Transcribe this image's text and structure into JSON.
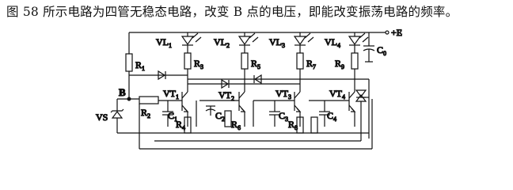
{
  "caption": "图 58 所示电路为四管无稳态电路，改变 B 点的电压，即能改变振荡电路的频率。",
  "labels": {
    "supply": "+E",
    "node_b": "B",
    "vs": "VS",
    "c0": "C",
    "c0_sub": "0",
    "leds": [
      {
        "main": "VL",
        "sub": "1"
      },
      {
        "main": "VL",
        "sub": "2"
      },
      {
        "main": "VL",
        "sub": "3"
      },
      {
        "main": "VL",
        "sub": "4"
      }
    ],
    "transistors": [
      {
        "main": "VT",
        "sub": "1"
      },
      {
        "main": "VT",
        "sub": "2"
      },
      {
        "main": "VT",
        "sub": "3"
      },
      {
        "main": "VT",
        "sub": "4"
      }
    ],
    "resistors_top": [
      {
        "main": "R",
        "sub": "1"
      },
      {
        "main": "R",
        "sub": "3"
      },
      {
        "main": "R",
        "sub": "5"
      },
      {
        "main": "R",
        "sub": "7"
      },
      {
        "main": "R",
        "sub": "9"
      }
    ],
    "resistors_bottom": [
      {
        "main": "R",
        "sub": "2"
      },
      {
        "main": "R",
        "sub": "4"
      },
      {
        "main": "R",
        "sub": "6"
      },
      {
        "main": "R",
        "sub": "8"
      }
    ],
    "capacitors": [
      {
        "main": "C",
        "sub": "1"
      },
      {
        "main": "C",
        "sub": "2"
      },
      {
        "main": "C",
        "sub": "3"
      },
      {
        "main": "C",
        "sub": "4"
      }
    ]
  }
}
